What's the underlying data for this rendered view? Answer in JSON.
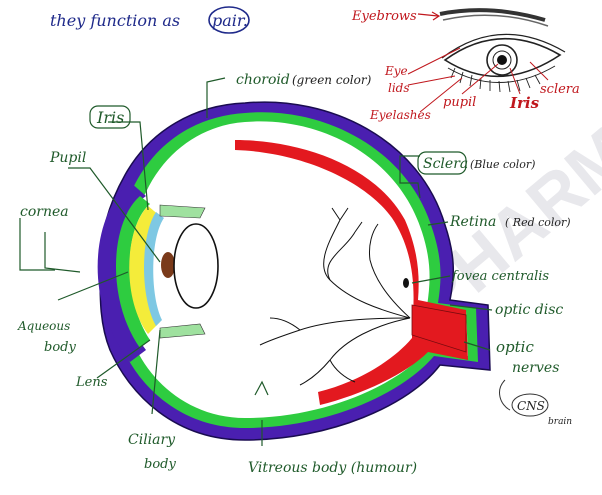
{
  "header": {
    "text_before": "they function as",
    "word_circled": "pair."
  },
  "inset": {
    "eyebrows": "Eyebrows",
    "eye_lids_line1": "Eye",
    "eye_lids_line2": "lids",
    "eyelashes": "Eyelashes",
    "pupil": "pupil",
    "iris": "Iris",
    "sclera": "sclera"
  },
  "labels": {
    "choroid": "choroid",
    "choroid_note": "(green color)",
    "iris": "Iris",
    "pupil": "Pupil",
    "cornea": "cornea",
    "sclera": "Sclera",
    "sclera_note": "(Blue color)",
    "retina": "Retina",
    "retina_note": "( Red color)",
    "fovea": "fovea centralis",
    "optic_disc": "optic disc",
    "optic_nerves_line1": "optic",
    "optic_nerves_line2": "nerves",
    "cns": "CNS",
    "brain": "brain",
    "aqueous_line1": "Aqueous",
    "aqueous_line2": "body",
    "lens": "Lens",
    "ciliary_line1": "Ciliary",
    "ciliary_line2": "body",
    "vitreous": "Vitreous body (humour)"
  },
  "colors": {
    "sclera": "#4a1fb0",
    "choroid": "#2ecc40",
    "retina": "#e3191f",
    "aqueous": "#f4ec3a",
    "cornea_inner": "#7ec8e3",
    "iris": "#7a3a1a",
    "ink_blue": "#1f2a8a",
    "ink_green": "#1f5a2a",
    "ink_red": "#c0171d"
  },
  "watermark": "VEL PHARMA"
}
